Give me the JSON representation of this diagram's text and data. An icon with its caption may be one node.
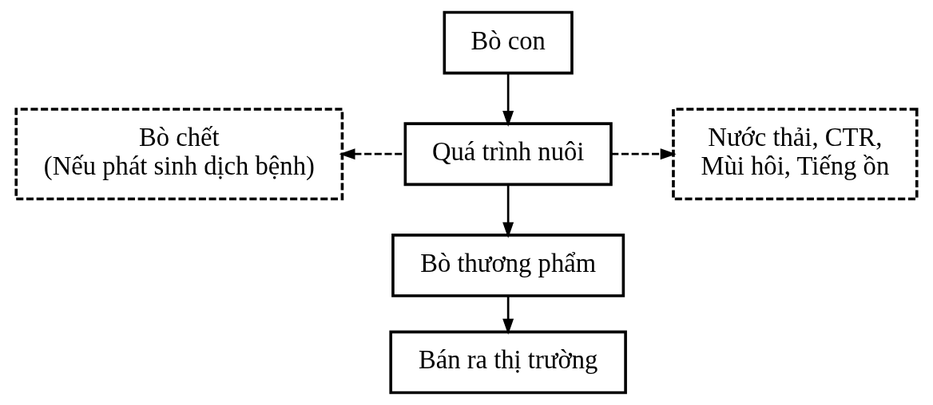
{
  "diagram": {
    "nodes": [
      {
        "text": [
          "Bò con"
        ]
      },
      {
        "text": [
          "Bò chết (Nếu phát sinh dịch bệnh)"
        ]
      },
      {
        "text": [
          "Quá trình nuôi"
        ]
      },
      {
        "text": [
          "Nước thải, CTR, Mùi hôi, Tiếng ồn"
        ]
      },
      {
        "text": [
          "Bò thương phẩm"
        ]
      },
      {
        "text": [
          "Bán ra thị trường"
        ]
      }
    ],
    "edges": [
      {
        "from": 0,
        "to": 2,
        "arrow": "to"
      },
      {
        "from": 2,
        "to": 1,
        "arrow": "to",
        "style": "dashed"
      },
      {
        "from": 2,
        "to": 3,
        "arrow": "to",
        "style": "dashed"
      },
      {
        "from": 2,
        "to": 4,
        "arrow": "to"
      },
      {
        "from": 4,
        "to": 5,
        "arrow": "to"
      }
    ]
  }
}
